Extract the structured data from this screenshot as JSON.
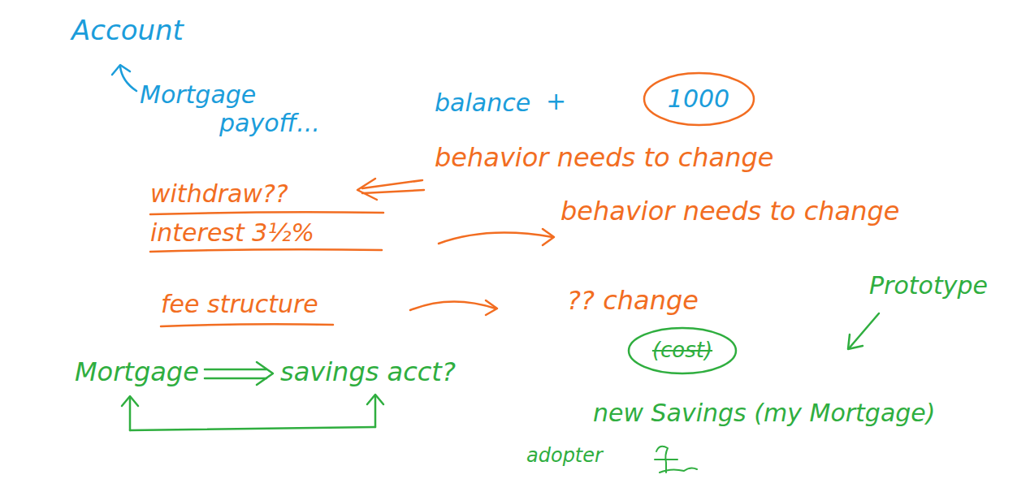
{
  "diagram": {
    "nodes": [
      {
        "text": [
          "1000"
        ]
      },
      {
        "text": [
          "(cost)"
        ]
      }
    ],
    "labels": [
      "Account",
      "Mortgage payoff...",
      "balance",
      "+",
      "withdraw??",
      "behavior needs to change",
      "interest 3½%",
      "behavior needs to change",
      "fee structure",
      "?? change",
      "Prototype",
      "Mortgage",
      "savings acct?",
      "new Savings (my Mortgage)",
      "adopter"
    ]
  }
}
